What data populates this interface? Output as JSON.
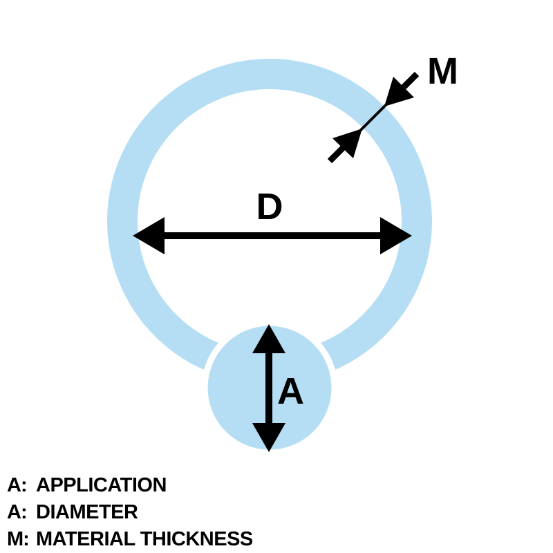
{
  "diagram": {
    "label_d": "D",
    "label_a": "A",
    "label_m": "M",
    "colors": {
      "ring": "#b5def5",
      "ball": "#b5def5",
      "arrow": "#000000",
      "background": "#ffffff"
    }
  },
  "legend": {
    "items": [
      {
        "key": "A:",
        "label": "APPLICATION"
      },
      {
        "key": "A:",
        "label": "DIAMETER"
      },
      {
        "key": "M:",
        "label": "MATERIAL THICKNESS"
      }
    ]
  }
}
